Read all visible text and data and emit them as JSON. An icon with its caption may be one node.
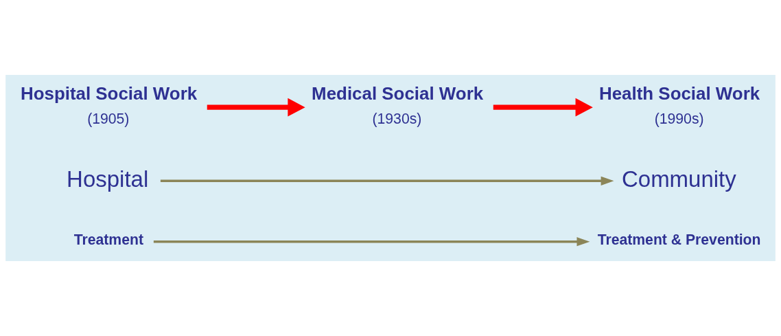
{
  "diagram": {
    "nodes": [
      {
        "text": [
          "Hospital Social Work"
        ],
        "beside": [
          "(1905)"
        ]
      },
      {
        "text": [
          "Medical Social Work"
        ],
        "beside": [
          "(1930s)"
        ]
      },
      {
        "text": [
          "Health Social Work"
        ],
        "beside": [
          "(1990s)"
        ]
      },
      {
        "text": [
          "Hospital"
        ]
      },
      {
        "text": [
          "Community"
        ]
      },
      {
        "text": [
          "Treatment"
        ]
      },
      {
        "text": [
          "Treatment & Prevention"
        ]
      }
    ],
    "edges": [
      {
        "from": 0,
        "to": 1,
        "arrow": "to",
        "style": "thick",
        "color": "#ff0000"
      },
      {
        "from": 1,
        "to": 2,
        "arrow": "to",
        "style": "thick",
        "color": "#ff0000"
      },
      {
        "from": 3,
        "to": 4,
        "arrow": "to",
        "color": "#8b8558"
      },
      {
        "from": 5,
        "to": 6,
        "arrow": "to",
        "color": "#8b8558"
      }
    ]
  }
}
